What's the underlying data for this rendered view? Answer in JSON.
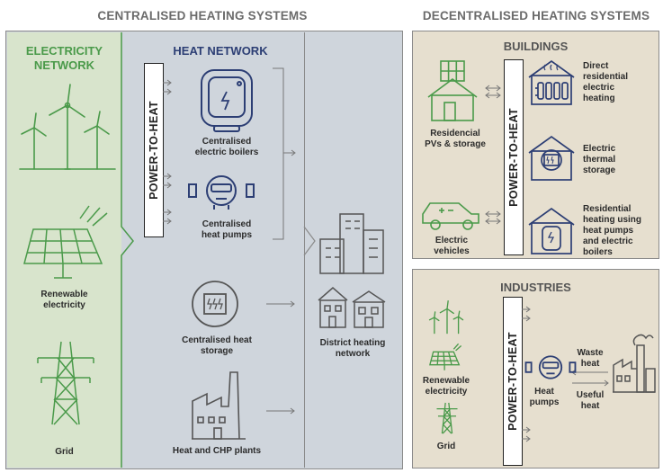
{
  "headers": {
    "centralised": "CENTRALISED HEATING SYSTEMS",
    "decentralised": "DECENTRALISED HEATING SYSTEMS"
  },
  "electricity_network": {
    "title": "ELECTRICITY\nNETWORK",
    "items": [
      "Renewable\nelectricity",
      "Grid"
    ]
  },
  "heat_network": {
    "title": "HEAT NETWORK",
    "power_to_heat": "POWER-TO-HEAT",
    "items": [
      "Centralised\nelectric boilers",
      "Centralised\nheat pumps",
      "Centralised heat\nstorage",
      "Heat and CHP plants"
    ],
    "output": "District heating\nnetwork"
  },
  "buildings": {
    "title": "BUILDINGS",
    "power_to_heat": "POWER-TO-HEAT",
    "inputs": [
      "Residencial\nPVs & storage",
      "Electric\nvehicles"
    ],
    "outputs": [
      "Direct\nresidential\nelectric\nheating",
      "Electric\nthermal\nstorage",
      "Residential\nheating using\nheat pumps\nand electric\nboilers"
    ]
  },
  "industries": {
    "title": "INDUSTRIES",
    "power_to_heat": "POWER-TO-HEAT",
    "inputs": [
      "Renewable\nelectricity",
      "Grid"
    ],
    "heat_pumps": "Heat\npumps",
    "waste_heat": "Waste\nheat",
    "useful_heat": "Useful\nheat"
  },
  "colors": {
    "green_panel": "#d8e4cc",
    "green_accent": "#4a9a4a",
    "blue_panel": "#cfd5dc",
    "blue_accent": "#2c3e74",
    "beige_panel": "#e6dfcf",
    "frame": "#8a8a8a"
  }
}
